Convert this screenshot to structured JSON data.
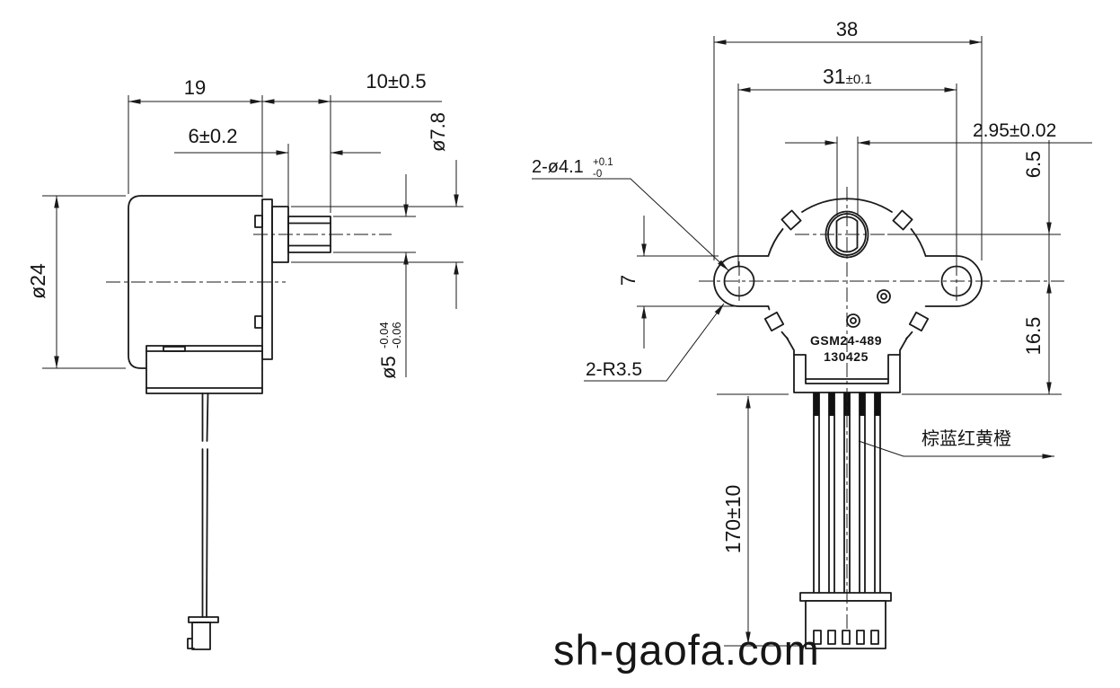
{
  "watermark": "sh-gaofa.com",
  "side_view": {
    "dim_body_length": "19",
    "dim_shaft_length": "10±0.5",
    "dim_flat_length": "6±0.2",
    "dim_boss_dia": "ø7.8",
    "dim_body_dia": "ø24",
    "dim_shaft_dia": "ø5",
    "dim_shaft_dia_tol_upper": "-0.04",
    "dim_shaft_dia_tol_lower": "-0.06"
  },
  "front_view": {
    "dim_overall_width": "38",
    "dim_hole_spacing": "31",
    "dim_hole_spacing_tol": "±0.1",
    "dim_shaft_flats": "2.95±0.02",
    "dim_shaft_offset": "6.5",
    "dim_center_to_bottom": "16.5",
    "dim_ear_height": "7",
    "label_mount_holes": "2-ø4.1",
    "label_mount_holes_tol_upper": "+0.1",
    "label_mount_holes_tol_lower": "-0",
    "label_ear_radius": "2-R3.5",
    "dim_wire_length": "170±10",
    "model_number": "GSM24-489",
    "date_code": "130425",
    "wire_colors": "棕蓝红黄橙"
  }
}
